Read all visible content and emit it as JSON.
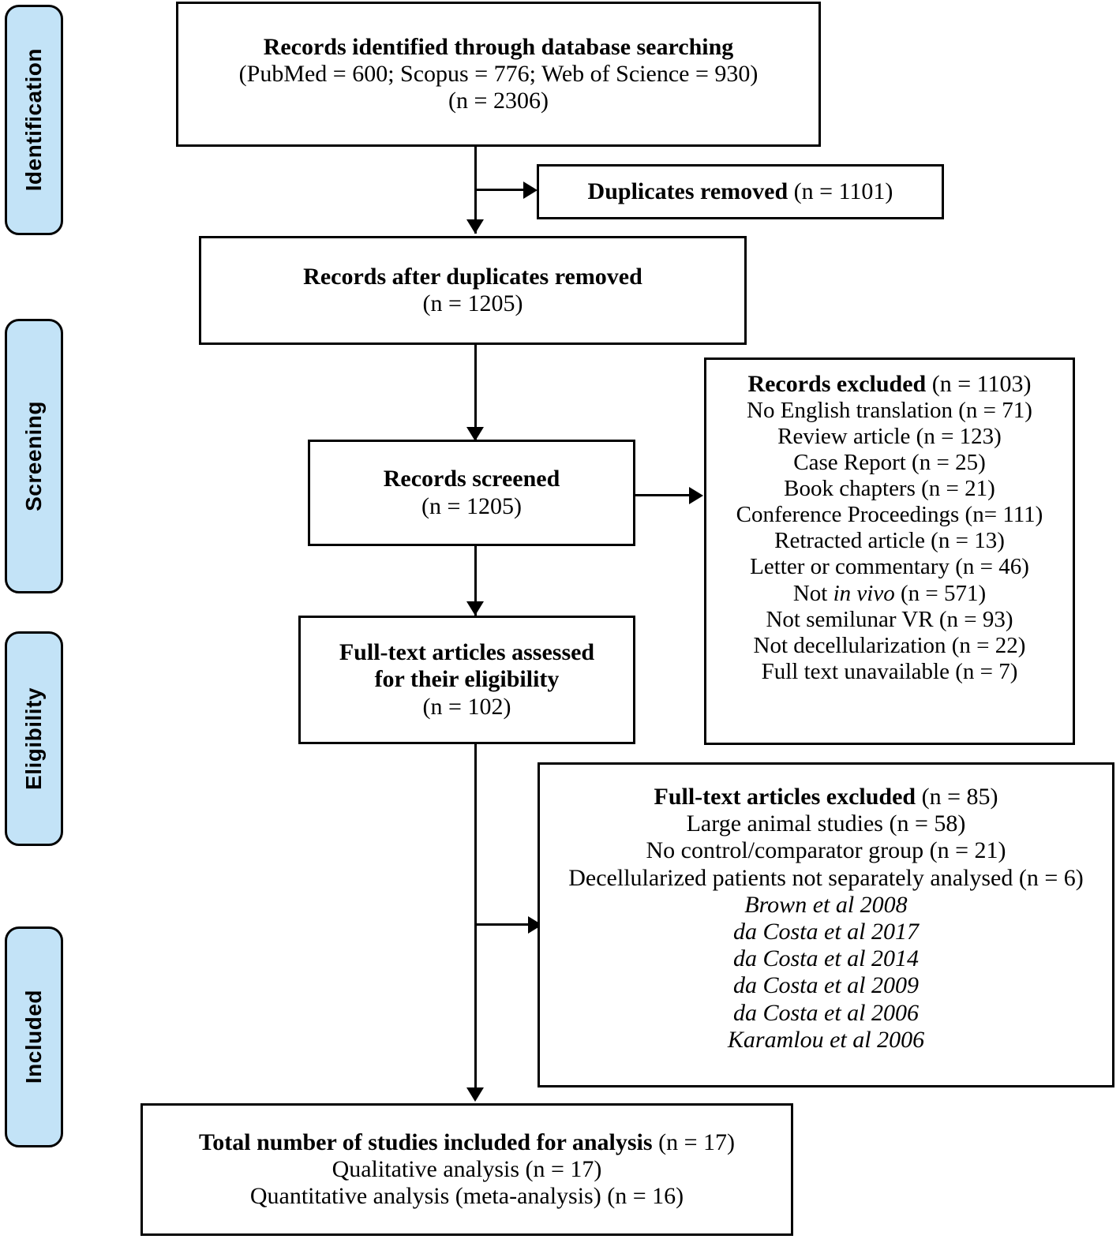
{
  "diagram": {
    "title": "PRISMA flow diagram",
    "accent_color": "#c3e3f7",
    "line_color": "#000000",
    "background": "#ffffff"
  },
  "stages": [
    {
      "label": "Identification"
    },
    {
      "label": "Screening"
    },
    {
      "label": "Eligibility"
    },
    {
      "label": "Included"
    }
  ],
  "boxes": {
    "identified": {
      "line1": "Records identified through database searching",
      "line2": "(PubMed = 600; Scopus = 776; Web of Science = 930)",
      "line3": "(n = 2306)"
    },
    "duplicates_removed": {
      "head": "Duplicates removed",
      "tail": " (n = 1101)"
    },
    "after_duplicates": {
      "line1": "Records after duplicates removed",
      "line2": "(n = 1205)"
    },
    "records_screened": {
      "line1": "Records screened",
      "line2": "(n = 1205)"
    },
    "records_excluded": {
      "head": "Records excluded",
      "head_tail": " (n = 1103)",
      "items": [
        "No English translation (n = 71)",
        "Review article (n = 123)",
        "Case Report (n = 25)",
        "Book chapters (n = 21)",
        "Conference Proceedings (n= 111)",
        "Retracted article (n = 13)",
        "Letter or commentary (n = 46)",
        "Not semilunar VR (n = 93)",
        "Not decellularization (n = 22)",
        "Full text unavailable (n = 7)"
      ],
      "italic_item": {
        "pre": "Not ",
        "italic": "in vivo",
        "post": " (n = 571)"
      }
    },
    "fulltext_assessed": {
      "line1": "Full-text articles assessed",
      "line2": "for their eligibility",
      "line3": "(n = 102)"
    },
    "fulltext_excluded": {
      "head": "Full-text articles excluded",
      "head_tail": " (n = 85)",
      "items": [
        "Large animal studies (n = 58)",
        "No control/comparator group (n = 21)",
        "Decellularized patients not separately analysed (n = 6)"
      ],
      "references": [
        "Brown et al 2008",
        "da Costa et al 2017",
        "da Costa et al 2014",
        "da Costa et al 2009",
        "da Costa et al 2006",
        "Karamlou et al 2006"
      ]
    },
    "included_total": {
      "head": "Total number of studies included for analysis",
      "head_tail": " (n = 17)",
      "line2": "Qualitative analysis (n = 17)",
      "line3": "Quantitative analysis (meta-analysis) (n = 16)"
    }
  }
}
